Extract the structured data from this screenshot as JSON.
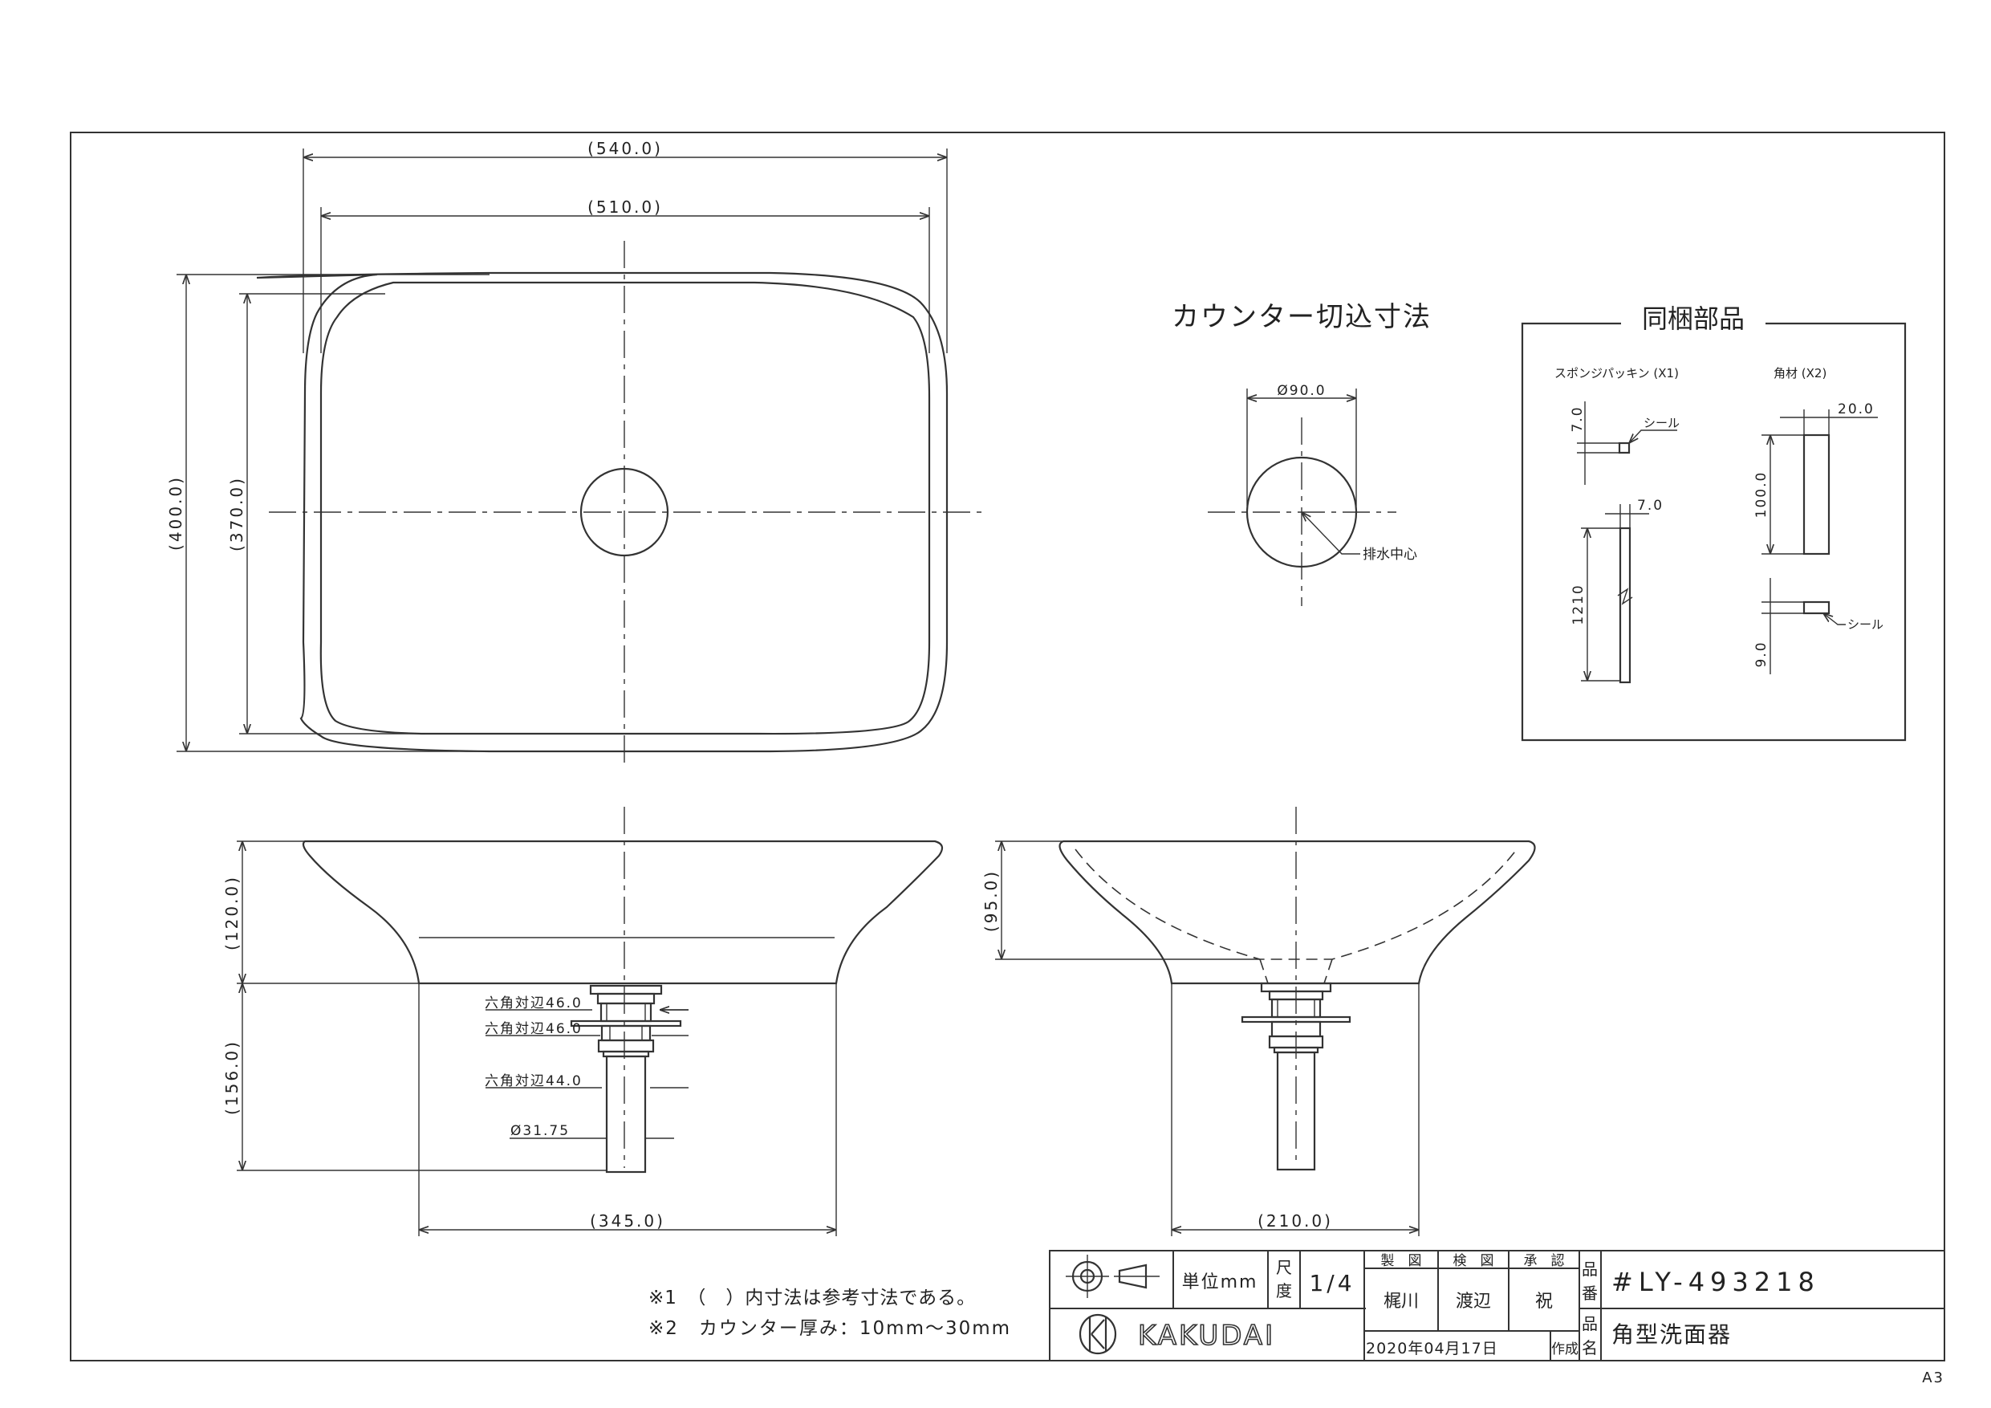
{
  "dimensions": {
    "width_540": "(540.0)",
    "width_510": "(510.0)",
    "height_400": "(400.0)",
    "height_370": "(370.0)",
    "height_120": "(120.0)",
    "height_156": "(156.0)",
    "height_95": "(95.0)",
    "base_345": "(345.0)",
    "base_210": "(210.0)",
    "hex_1": "六角対辺46.0",
    "hex_2": "六角対辺46.0",
    "hex_3": "六角対辺44.0",
    "pipe_dia": "Ø31.75"
  },
  "cutout": {
    "title": "カウンター切込寸法",
    "diameter": "Ø90.0",
    "center_label": "排水中心"
  },
  "parts": {
    "title": "同梱部品",
    "sponge_title": "スポンジパッキン (X1)",
    "sponge_thick": "7.0",
    "sponge_seal": "シール",
    "sponge_width": "7.0",
    "sponge_length": "1210",
    "block_title": "角材 (X2)",
    "block_width": "20.0",
    "block_length": "100.0",
    "block_thick": "9.0",
    "block_seal": "シール"
  },
  "notes": [
    "※1　（　）内寸法は参考寸法である。",
    "※2　カウンター厚み：10mm～30mm"
  ],
  "title_block": {
    "unit_label": "単位mm",
    "scale_label_1": "尺",
    "scale_label_2": "度",
    "scale_value": "1/4",
    "drawn_header": "製　図",
    "checked_header": "検　図",
    "approved_header": "承　認",
    "drawn_by": "梶川",
    "checked_by": "渡辺",
    "approved_by": "祝",
    "part_no_label_1": "品",
    "part_no_label_2": "番",
    "part_no": "#LY-493218",
    "name_label_1": "品",
    "name_label_2": "名",
    "product_name": "角型洗面器",
    "date": "2020年04月17日",
    "created": "作成",
    "brand": "KAKUDAI"
  },
  "sheet_size": "A3"
}
